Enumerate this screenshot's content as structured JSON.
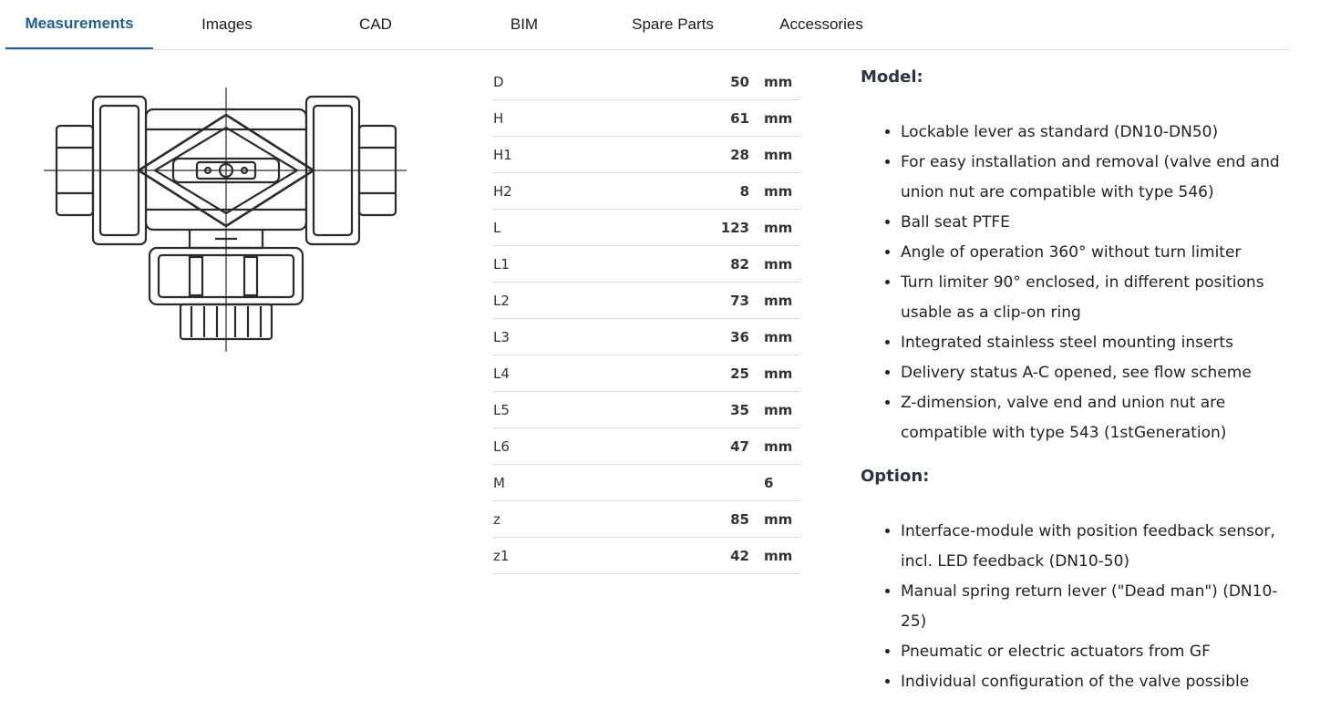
{
  "tabs": [
    {
      "label": "Measurements",
      "active": true
    },
    {
      "label": "Images"
    },
    {
      "label": "CAD"
    },
    {
      "label": "BIM"
    },
    {
      "label": "Spare Parts"
    },
    {
      "label": "Accessories"
    }
  ],
  "measurements": [
    {
      "label": "D",
      "value": "50",
      "unit": "mm"
    },
    {
      "label": "H",
      "value": "61",
      "unit": "mm"
    },
    {
      "label": "H1",
      "value": "28",
      "unit": "mm"
    },
    {
      "label": "H2",
      "value": "8",
      "unit": "mm"
    },
    {
      "label": "L",
      "value": "123",
      "unit": "mm"
    },
    {
      "label": "L1",
      "value": "82",
      "unit": "mm"
    },
    {
      "label": "L2",
      "value": "73",
      "unit": "mm"
    },
    {
      "label": "L3",
      "value": "36",
      "unit": "mm"
    },
    {
      "label": "L4",
      "value": "25",
      "unit": "mm"
    },
    {
      "label": "L5",
      "value": "35",
      "unit": "mm"
    },
    {
      "label": "L6",
      "value": "47",
      "unit": "mm"
    },
    {
      "label": "M",
      "value": "",
      "unit": "6"
    },
    {
      "label": "z",
      "value": "85",
      "unit": "mm"
    },
    {
      "label": "z1",
      "value": "42",
      "unit": "mm"
    }
  ],
  "model": {
    "heading": "Model:",
    "items": [
      "Lockable lever as standard (DN10-DN50)",
      "For easy installation and removal (valve end and union nut are compatible with type 546)",
      "Ball seat PTFE",
      "Angle of operation 360° without turn limiter",
      "Turn limiter 90° enclosed, in different positions usable as a clip-on ring",
      "Integrated stainless steel mounting inserts",
      "Delivery status A-C opened, see flow scheme",
      "Z-dimension, valve end and union nut are compatible with type 543 (1stGeneration)"
    ]
  },
  "option": {
    "heading": "Option:",
    "items": [
      "Interface-module with position feedback sensor, incl. LED feedback (DN10-50)",
      "Manual spring return lever (\"Dead man\") (DN10-25)",
      "Pneumatic or electric actuators from GF",
      "Individual configuration of the valve possible"
    ]
  },
  "colors": {
    "accent": "#1f5f8e"
  }
}
